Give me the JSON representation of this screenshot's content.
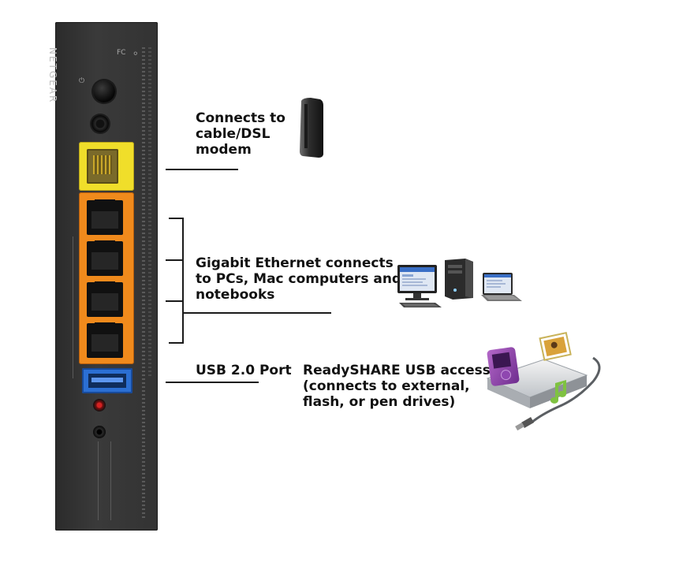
{
  "router": {
    "brand": "NETGEAR"
  },
  "callouts": {
    "wan": {
      "text": [
        "Connects to",
        "cable/DSL",
        "modem"
      ]
    },
    "lan": {
      "text": [
        "Gigabit Ethernet connects",
        "to PCs, Mac computers and",
        "notebooks"
      ]
    },
    "usb": {
      "text": "USB 2.0 Port"
    },
    "readyshare": {
      "text": [
        "ReadySHARE USB access",
        "(connects to external,",
        "flash, or pen drives)"
      ]
    }
  },
  "colors": {
    "wan_port": "#f0de2a",
    "lan_ports": "#f08a1c",
    "usb_port": "#2b6fd3",
    "router_body": "#333333"
  },
  "icons": [
    "modem-icon",
    "desktop-computer-icon",
    "tower-pc-icon",
    "laptop-icon",
    "usb-drive-icon"
  ]
}
